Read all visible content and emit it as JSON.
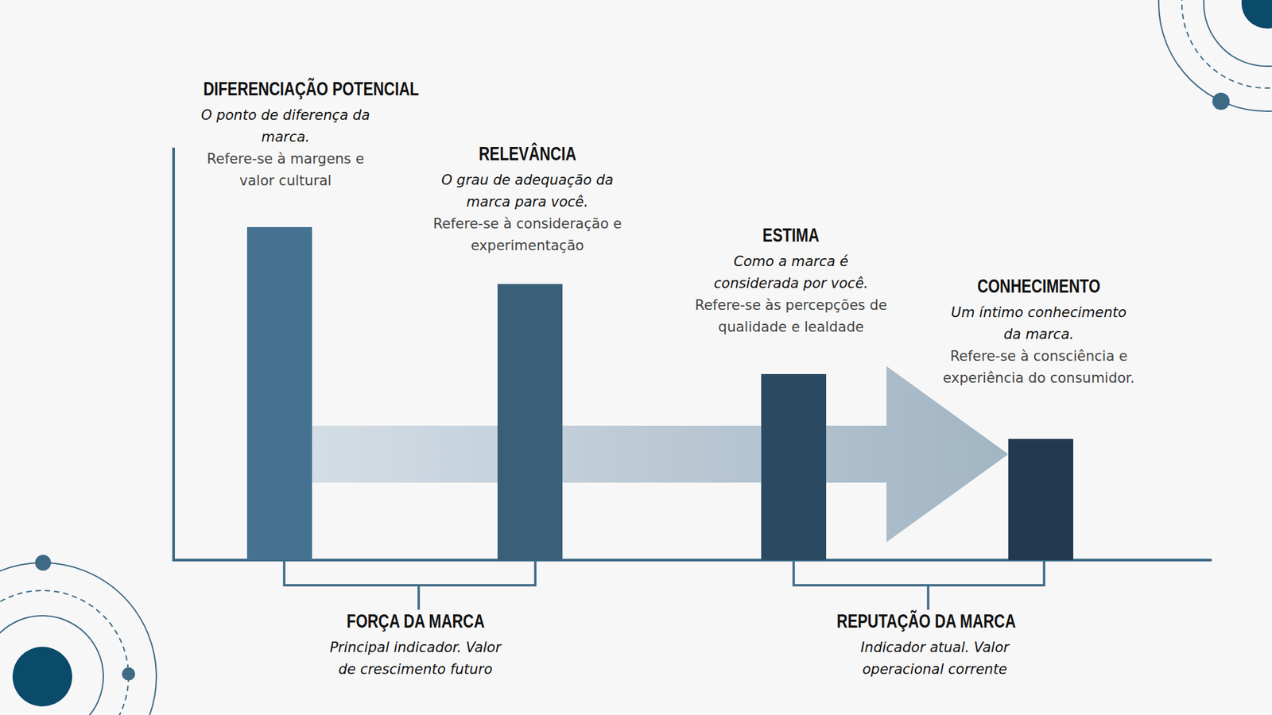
{
  "diagram": {
    "nodes": [
      {
        "text": [
          "DIFERENCIAÇÃO POTENCIAL",
          "O ponto de diferença da marca.",
          "Refere-se à margens e valor cultural"
        ]
      },
      {
        "text": [
          "RELEVÂNCIA",
          "O grau de adequação da marca para você.",
          "Refere-se à consideração e experimentação"
        ]
      },
      {
        "text": [
          "ESTIMA",
          "Como a marca é considerada por você.",
          "Refere-se às percepções de qualidade e lealdade"
        ]
      },
      {
        "text": [
          "CONHECIMENTO",
          "Um íntimo conhecimento da marca.",
          "Refere-se à consciência e experiência do consumidor."
        ]
      }
    ],
    "edges": [
      {
        "from": 0,
        "to": 3,
        "arrow": "to"
      }
    ],
    "labels": [
      "FORÇA DA MARCA",
      "Principal indicador. Valor de crescimento futuro",
      "REPUTAÇÃO DA MARCA",
      "Indicador atual. Valor operacional corrente"
    ]
  }
}
